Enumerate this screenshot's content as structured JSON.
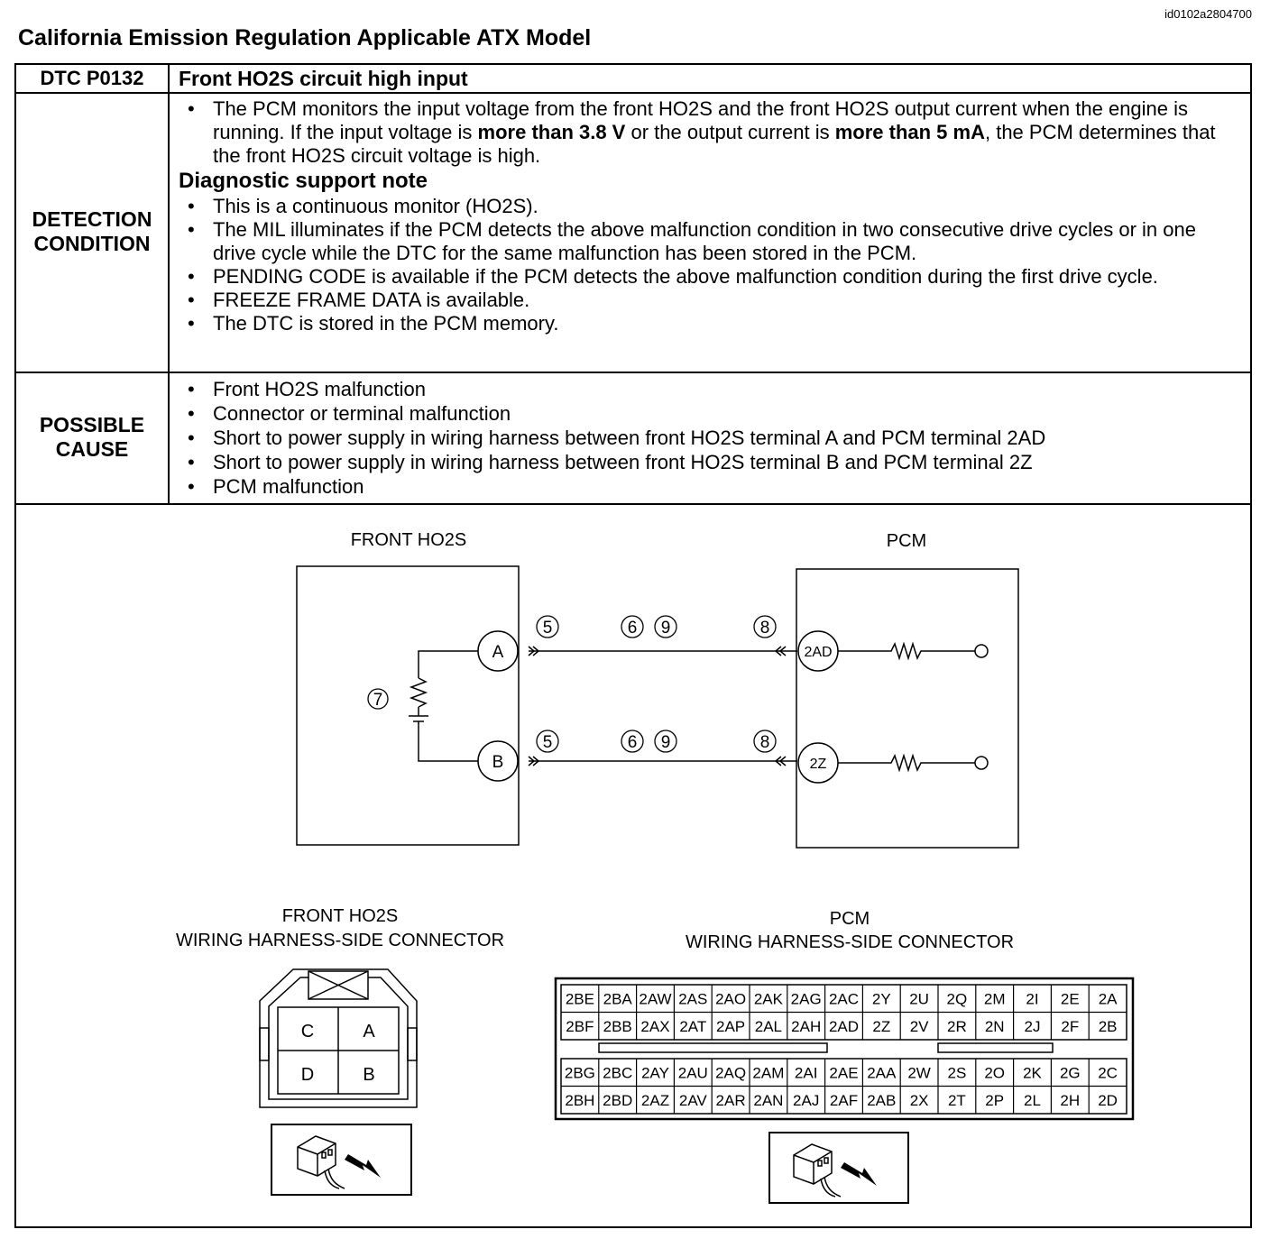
{
  "document_id": "id0102a2804700",
  "heading": "California Emission Regulation Applicable ATX Model",
  "dtc": {
    "code": "DTC P0132",
    "title": "Front HO2S circuit high input"
  },
  "detection": {
    "label_line1": "DETECTION",
    "label_line2": "CONDITION",
    "main_p1": "The PCM monitors the input voltage from the front HO2S and the front HO2S output current when the engine is running. If the input voltage is ",
    "main_bold1": "more than 3.8 V",
    "main_p2": " or the output current is ",
    "main_bold2": "more than 5 mA",
    "main_p3": ", the PCM determines that the front HO2S circuit voltage is high.",
    "support_title": "Diagnostic support note",
    "notes": [
      "This is a continuous monitor (HO2S).",
      "The MIL illuminates if the PCM detects the above malfunction condition in two consecutive drive cycles or in one drive cycle while the DTC for the same malfunction has been stored in the PCM.",
      "PENDING CODE is available if the PCM detects the above malfunction condition during the first drive cycle.",
      "FREEZE FRAME DATA is available.",
      "The DTC is stored in the PCM memory."
    ]
  },
  "possible_cause": {
    "label_line1": "POSSIBLE",
    "label_line2": "CAUSE",
    "items": [
      "Front HO2S malfunction",
      "Connector or terminal malfunction",
      "Short to power supply in wiring harness between front HO2S terminal A and PCM terminal 2AD",
      "Short to power supply in wiring harness between front HO2S terminal B and PCM terminal 2Z",
      "PCM malfunction"
    ]
  },
  "diagram": {
    "front_ho2s_label": "FRONT HO2S",
    "pcm_label": "PCM",
    "terminal_a": "A",
    "terminal_b": "B",
    "pcm_terminal_1": "2AD",
    "pcm_terminal_2": "2Z",
    "ref_heater": "7",
    "ref_left": "5",
    "ref_mid1": "6",
    "ref_mid2": "9",
    "ref_right": "8"
  },
  "connectors": {
    "ho2s_title_1": "FRONT HO2S",
    "ho2s_title_2": "WIRING HARNESS-SIDE CONNECTOR",
    "ho2s_pins": [
      "C",
      "A",
      "D",
      "B"
    ],
    "pcm_title_1": "PCM",
    "pcm_title_2": "WIRING HARNESS-SIDE CONNECTOR",
    "pcm_upper": [
      [
        "2BE",
        "2BA",
        "2AW",
        "2AS",
        "2AO",
        "2AK",
        "2AG",
        "2AC",
        "2Y",
        "2U",
        "2Q",
        "2M",
        "2I",
        "2E",
        "2A"
      ],
      [
        "2BF",
        "2BB",
        "2AX",
        "2AT",
        "2AP",
        "2AL",
        "2AH",
        "2AD",
        "2Z",
        "2V",
        "2R",
        "2N",
        "2J",
        "2F",
        "2B"
      ]
    ],
    "pcm_lower": [
      [
        "2BG",
        "2BC",
        "2AY",
        "2AU",
        "2AQ",
        "2AM",
        "2AI",
        "2AE",
        "2AA",
        "2W",
        "2S",
        "2O",
        "2K",
        "2G",
        "2C"
      ],
      [
        "2BH",
        "2BD",
        "2AZ",
        "2AV",
        "2AR",
        "2AN",
        "2AJ",
        "2AF",
        "2AB",
        "2X",
        "2T",
        "2P",
        "2L",
        "2H",
        "2D"
      ]
    ]
  }
}
